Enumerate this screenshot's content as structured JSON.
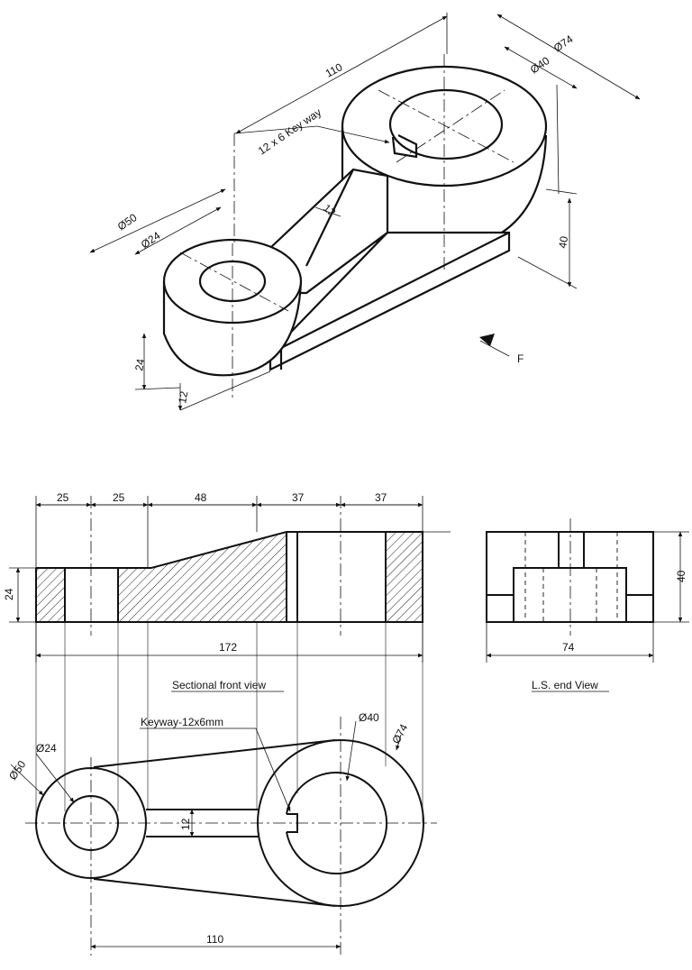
{
  "iso": {
    "dim_length": "110",
    "dim_big_outer": "Ø74",
    "dim_big_inner": "Ø40",
    "dim_keyway": "12 x 6 Key way",
    "dim_web": "12",
    "dim_big_height": "40",
    "dim_small_outer": "Ø50",
    "dim_small_inner": "Ø24",
    "dim_small_height": "24",
    "dim_base": "12",
    "view_arrow": "F"
  },
  "front": {
    "dims": [
      "25",
      "25",
      "48",
      "37",
      "37"
    ],
    "total": "172",
    "height_left": "24",
    "caption": "Sectional front view"
  },
  "end": {
    "height": "40",
    "width": "74",
    "caption": "L.S. end View"
  },
  "top": {
    "keyway_label": "Keyway-12x6mm",
    "d_big_inner": "Ø40",
    "d_big_outer": "Ø74",
    "d_small_inner": "Ø24",
    "d_small_outer": "Ø50",
    "web": "12",
    "center_distance": "110"
  }
}
